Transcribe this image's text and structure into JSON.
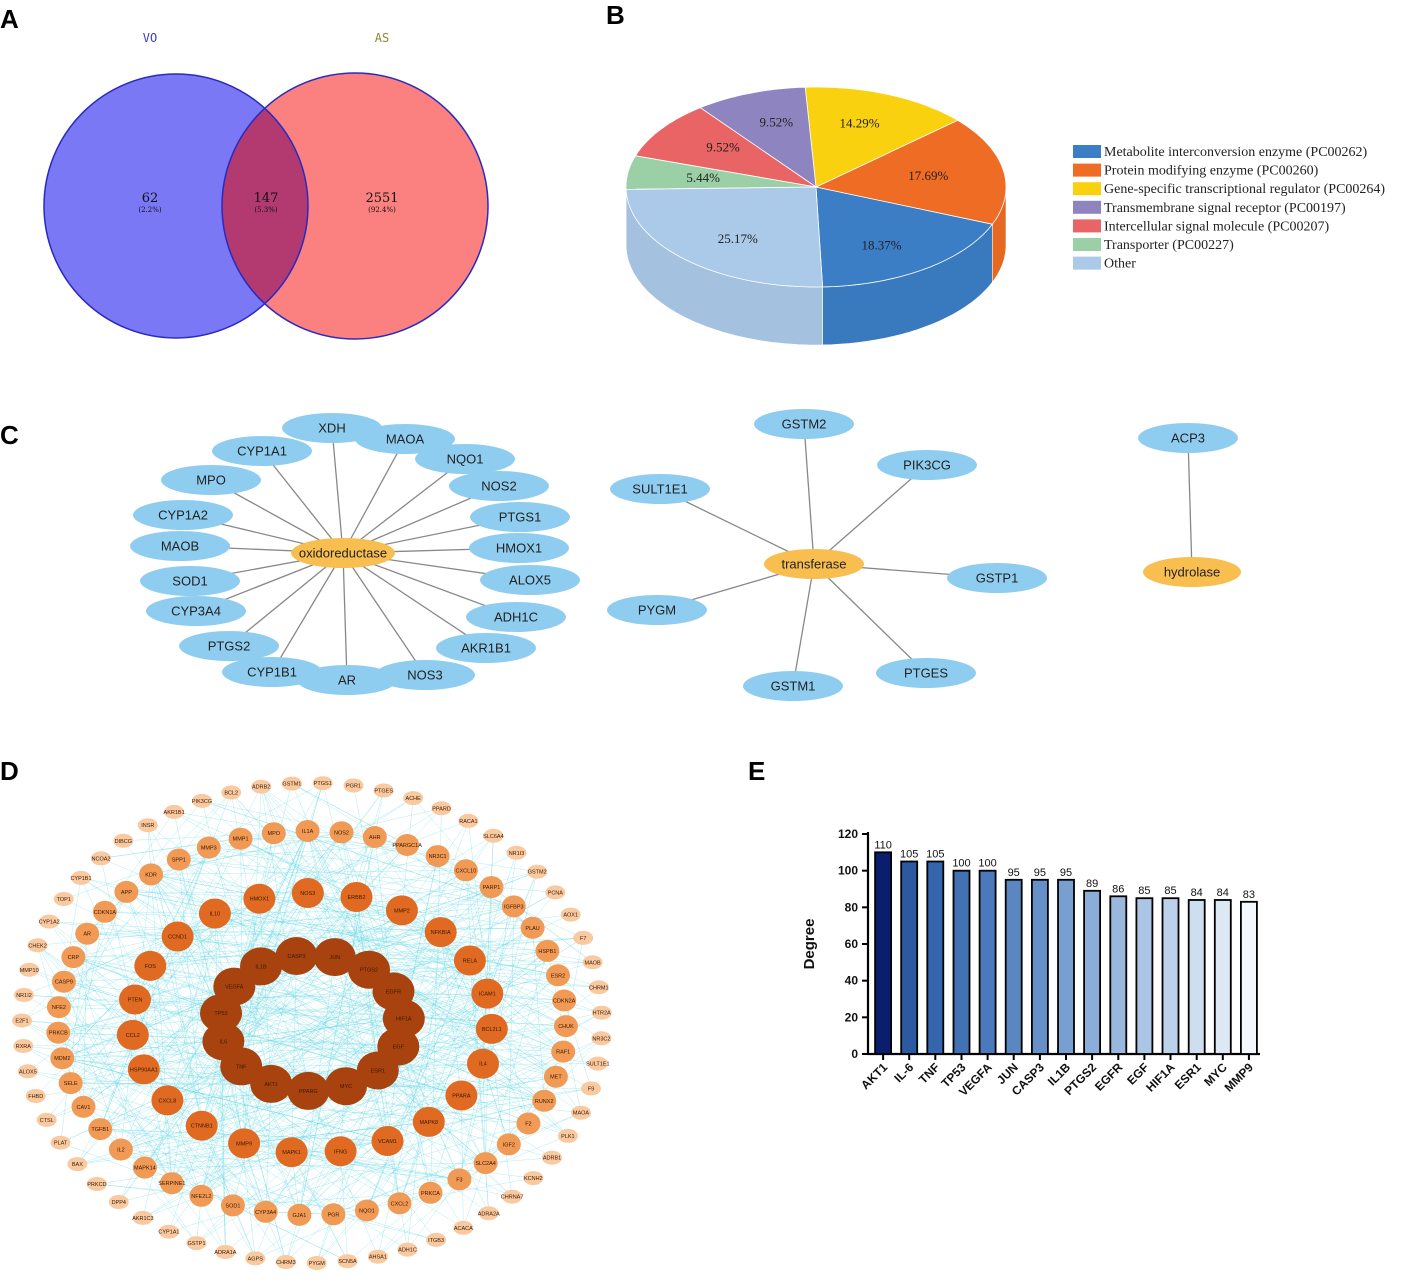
{
  "panel_labels": {
    "a": "A",
    "b": "B",
    "c": "C",
    "d": "D",
    "e": "E"
  },
  "venn": {
    "left_name": "VO",
    "right_name": "AS",
    "left_count": "62",
    "left_pct": "(2.2%)",
    "both_count": "147",
    "both_pct": "(5.3%)",
    "right_count": "2551",
    "right_pct": "(92.4%)",
    "colors": {
      "left": "#7a78f5",
      "right": "#fb8080",
      "overlap": "#b23a70",
      "left_label": "#3b3bcc",
      "right_label": "#8a8a30"
    }
  },
  "pie": {
    "slices": [
      {
        "label": "18.37%",
        "value": 18.37,
        "color": "#3b7ec6",
        "legend": "Metabolite interconversion enzyme (PC00262)"
      },
      {
        "label": "17.69%",
        "value": 17.69,
        "color": "#ef6c24",
        "legend": "Protein modifying enzyme (PC00260)"
      },
      {
        "label": "14.29%",
        "value": 14.29,
        "color": "#f9d10e",
        "legend": "Gene-specific transcriptional regulator (PC00264)"
      },
      {
        "label": "9.52%",
        "value": 9.52,
        "color": "#8e85c0",
        "legend": "Transmembrane signal receptor (PC00197)"
      },
      {
        "label": "9.52%",
        "value": 9.52,
        "color": "#e86465",
        "legend": "Intercellular signal molecule (PC00207)"
      },
      {
        "label": "5.44%",
        "value": 5.44,
        "color": "#9bd0a6",
        "legend": "Transporter (PC00227)"
      },
      {
        "label": "25.17%",
        "value": 25.17,
        "color": "#abc9e8",
        "legend": "Other"
      }
    ]
  },
  "network_c": {
    "hubs": [
      "oxidoreductase",
      "transferase",
      "hydrolase"
    ],
    "oxidoreductase_nodes": [
      "XDH",
      "MAOA",
      "NQO1",
      "NOS2",
      "PTGS1",
      "HMOX1",
      "ALOX5",
      "ADH1C",
      "AKR1B1",
      "NOS3",
      "AR",
      "CYP1B1",
      "PTGS2",
      "CYP3A4",
      "SOD1",
      "MAOB",
      "CYP1A2",
      "MPO",
      "CYP1A1"
    ],
    "transferase_nodes": [
      "GSTM2",
      "PIK3CG",
      "GSTP1",
      "PTGES",
      "GSTM1",
      "PYGM",
      "SULT1E1"
    ],
    "hydrolase_nodes": [
      "ACP3"
    ],
    "colors": {
      "node": "#8fcdf0",
      "hub": "#f8bf50",
      "edge": "#888888"
    }
  },
  "network_d": {
    "ring1": [
      "JUN",
      "PTGS2",
      "EGFR",
      "HIF1A",
      "EGF",
      "ESR1",
      "MYC",
      "PPARG",
      "AKT1",
      "TNF",
      "IL6",
      "TP53",
      "VEGFA",
      "IL1B",
      "CASP3"
    ],
    "ring2": [
      "ERBB2",
      "MMP2",
      "NFKBIA",
      "RELA",
      "ICAM1",
      "BCL2L1",
      "IL4",
      "PPARA",
      "MAPK8",
      "VCAM1",
      "IFNG",
      "MAPK1",
      "MMP9",
      "CTNNB1",
      "CXCL8",
      "HSP90AA1",
      "CCL2",
      "PTEN",
      "FOS",
      "CCND1",
      "IL10",
      "HMOX1",
      "NOS3"
    ],
    "ring3": [
      "AHR",
      "PPARGC1A",
      "NR3C1",
      "CXCL10",
      "PARP1",
      "IGFBP3",
      "PLAU",
      "HSPB1",
      "ESR2",
      "CDKN2A",
      "CHUK",
      "RAF1",
      "MET",
      "RUNX2",
      "F2",
      "IGF2",
      "SLC2A4",
      "F3",
      "PRKCA",
      "CXCL2",
      "NQO1",
      "PGR",
      "GJA1",
      "CYP3A4",
      "SOD1",
      "NFE2L2",
      "SERPINE1",
      "MAPK14",
      "IL2",
      "TGFB1",
      "CAV1",
      "SELE",
      "MDM2",
      "PRKCB",
      "NFE2",
      "CASP9",
      "CRP",
      "AR",
      "CDKN1A",
      "APP",
      "KDR",
      "SPP1",
      "MMP3",
      "MMP1",
      "MPO",
      "IL1A",
      "NOS2"
    ],
    "ring4": [
      "PTGES",
      "ACHE",
      "PPARD",
      "RACA1",
      "SLC6A4",
      "NR1I3",
      "GSTM2",
      "PCNA",
      "AOX1",
      "F7",
      "MAOB",
      "CHRM1",
      "HTR2A",
      "NR3C2",
      "SULT1E1",
      "F9",
      "MAOA",
      "PLK1",
      "ADRB1",
      "KCNH2",
      "CHRNA7",
      "ADRA2A",
      "ACACA",
      "ITGB3",
      "ADH1C",
      "AHSA1",
      "SCN5A",
      "PYGM",
      "CHRM3",
      "AGPS",
      "ADRA1A",
      "GSTP1",
      "CYP1A1",
      "AKR1C3",
      "DPP4",
      "PRKCD",
      "BAX",
      "PLAT",
      "CTSL",
      "FHBD",
      "ALOX5",
      "RXRA",
      "E2F1",
      "NR1I2",
      "MMP10",
      "CHEK2",
      "CYP1A2",
      "TOP1",
      "CYP1B1",
      "NCOA2",
      "DIBCG",
      "INSR",
      "AKR1B1",
      "PIK3CG",
      "BCL2",
      "ADRB2",
      "GSTM1",
      "PTGS1",
      "PGR1"
    ],
    "colors": {
      "ring1": "#a8420e",
      "ring2": "#e06a22",
      "ring3": "#f09a55",
      "ring4": "#f9c9a0",
      "edges": "#5fd7e3"
    }
  },
  "chart_data": {
    "type": "bar",
    "categories": [
      "AKT1",
      "IL-6",
      "TNF",
      "TP53",
      "VEGFA",
      "JUN",
      "CASP3",
      "IL1B",
      "PTGS2",
      "EGFR",
      "EGF",
      "HIF1A",
      "ESR1",
      "MYC",
      "MMP9"
    ],
    "values": [
      110,
      105,
      105,
      100,
      100,
      95,
      95,
      95,
      89,
      86,
      85,
      85,
      84,
      84,
      83
    ],
    "ylabel": "Degree",
    "ylim": [
      0,
      120
    ],
    "yticks": [
      0,
      20,
      40,
      60,
      80,
      100,
      120
    ],
    "colors": [
      "#0b1e6e",
      "#2c5aa0",
      "#3565ac",
      "#4271b4",
      "#4c79bb",
      "#5a86c1",
      "#6690c7",
      "#779fcf",
      "#8aaed7",
      "#98b9dd",
      "#aac6e4",
      "#bcd2ea",
      "#ccdef0",
      "#dde8f5",
      "#f4f8fc"
    ]
  }
}
